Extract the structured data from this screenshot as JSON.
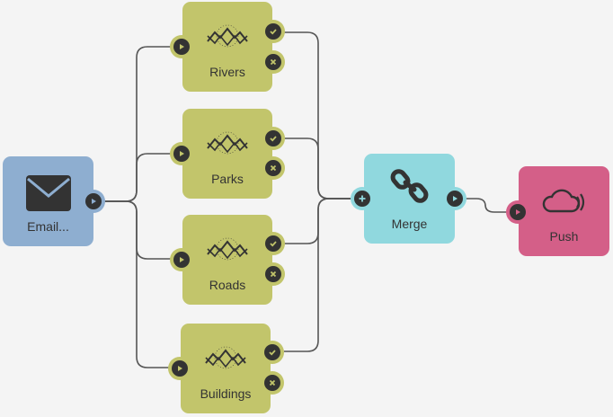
{
  "nodes": {
    "email": {
      "label": "Email..."
    },
    "rivers": {
      "label": "Rivers"
    },
    "parks": {
      "label": "Parks"
    },
    "roads": {
      "label": "Roads"
    },
    "buildings": {
      "label": "Buildings"
    },
    "merge": {
      "label": "Merge"
    },
    "push": {
      "label": "Push"
    }
  },
  "icons": {
    "email": "envelope-icon",
    "fme": "fme-logo-icon",
    "merge": "chain-link-icon",
    "push": "cloud-broadcast-icon",
    "run": "play-icon",
    "success": "check-icon",
    "failure": "x-icon",
    "input": "plus-icon"
  },
  "colors": {
    "email": "#8eaed0",
    "fme": "#c2c56b",
    "merge": "#90d8de",
    "push": "#d45f88",
    "wire": "#555555",
    "background": "#f4f4f4"
  }
}
